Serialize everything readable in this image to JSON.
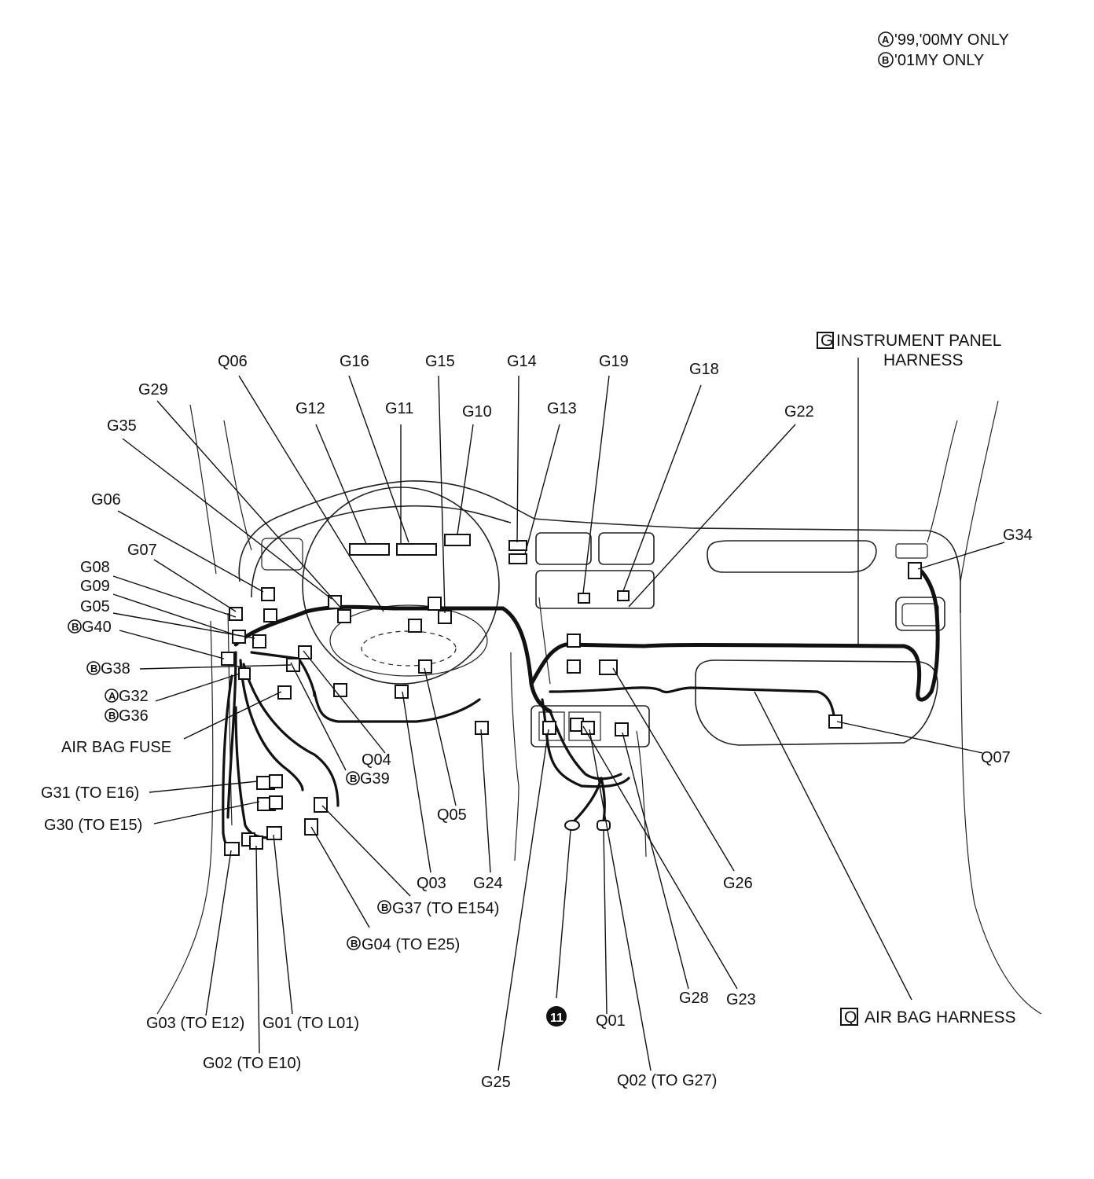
{
  "legend": {
    "a": {
      "symbol": "A",
      "text": "'99,'00MY ONLY"
    },
    "b": {
      "symbol": "B",
      "text": "'01MY ONLY"
    }
  },
  "harness_titles": {
    "instrument_panel": {
      "letter": "G",
      "line1": "INSTRUMENT PANEL",
      "line2": "HARNESS"
    },
    "air_bag": {
      "letter": "Q",
      "text": "AIR BAG HARNESS"
    }
  },
  "ground_marker": {
    "symbol": "11"
  },
  "callouts": {
    "q06": "Q06",
    "g16": "G16",
    "g15": "G15",
    "g14": "G14",
    "g19": "G19",
    "g18": "G18",
    "g29": "G29",
    "g12": "G12",
    "g11": "G11",
    "g10": "G10",
    "g13": "G13",
    "g22": "G22",
    "g35": "G35",
    "g06": "G06",
    "g07": "G07",
    "g08": "G08",
    "g09": "G09",
    "g05": "G05",
    "g40": "G40",
    "g38": "G38",
    "g32": "G32",
    "g36": "G36",
    "air_bag_fuse": "AIR BAG FUSE",
    "q04": "Q04",
    "g39": "G39",
    "g31": "G31 (TO E16)",
    "g30": "G30 (TO E15)",
    "q05": "Q05",
    "q03": "Q03",
    "g24": "G24",
    "g26": "G26",
    "g37": "G37 (TO E154)",
    "g04": "G04 (TO E25)",
    "g34": "G34",
    "q07": "Q07",
    "g28": "G28",
    "g23": "G23",
    "g03": "G03 (TO E12)",
    "g01": "G01 (TO L01)",
    "q01": "Q01",
    "g02": "G02 (TO E10)",
    "g25": "G25",
    "q02": "Q02 (TO G27)"
  }
}
